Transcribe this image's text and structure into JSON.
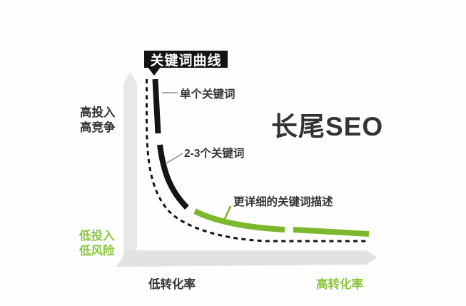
{
  "colors": {
    "bg": "#fefefe",
    "ink_black": "#141414",
    "ink_dark": "#333333",
    "curve_green": "#7db72e",
    "text_green": "#8bc63e",
    "axis_gray": "#e2e2e2",
    "axis_gray_light": "#e8e8e8"
  },
  "title_box": {
    "label": "关键词曲线"
  },
  "headline": {
    "text": "长尾SEO"
  },
  "axis": {
    "y_top_line1": "高投入",
    "y_top_line2": "高竞争",
    "y_bottom_line1": "低投入",
    "y_bottom_line2": "低风险",
    "x_left": "低转化率",
    "x_right": "高转化率"
  },
  "curve": {
    "segments": [
      {
        "label": "单个关键词",
        "color": "black"
      },
      {
        "label": "2-3个关键词",
        "color": "black"
      },
      {
        "label": "更详细的关键词描述",
        "color": "green"
      }
    ]
  }
}
